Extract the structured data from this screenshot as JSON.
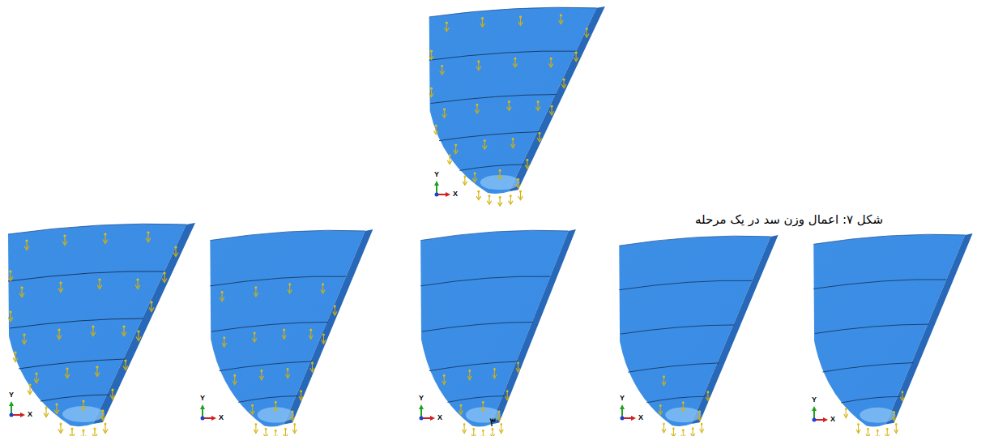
{
  "diagram": {
    "caption": "شکل ۷: اعمال وزن سد در یک مرحله",
    "labels": [
      "Y",
      "X",
      "Y",
      "X",
      "Y",
      "X",
      "Y",
      "X",
      "Y",
      "X",
      "Y",
      "X",
      "۳"
    ]
  }
}
